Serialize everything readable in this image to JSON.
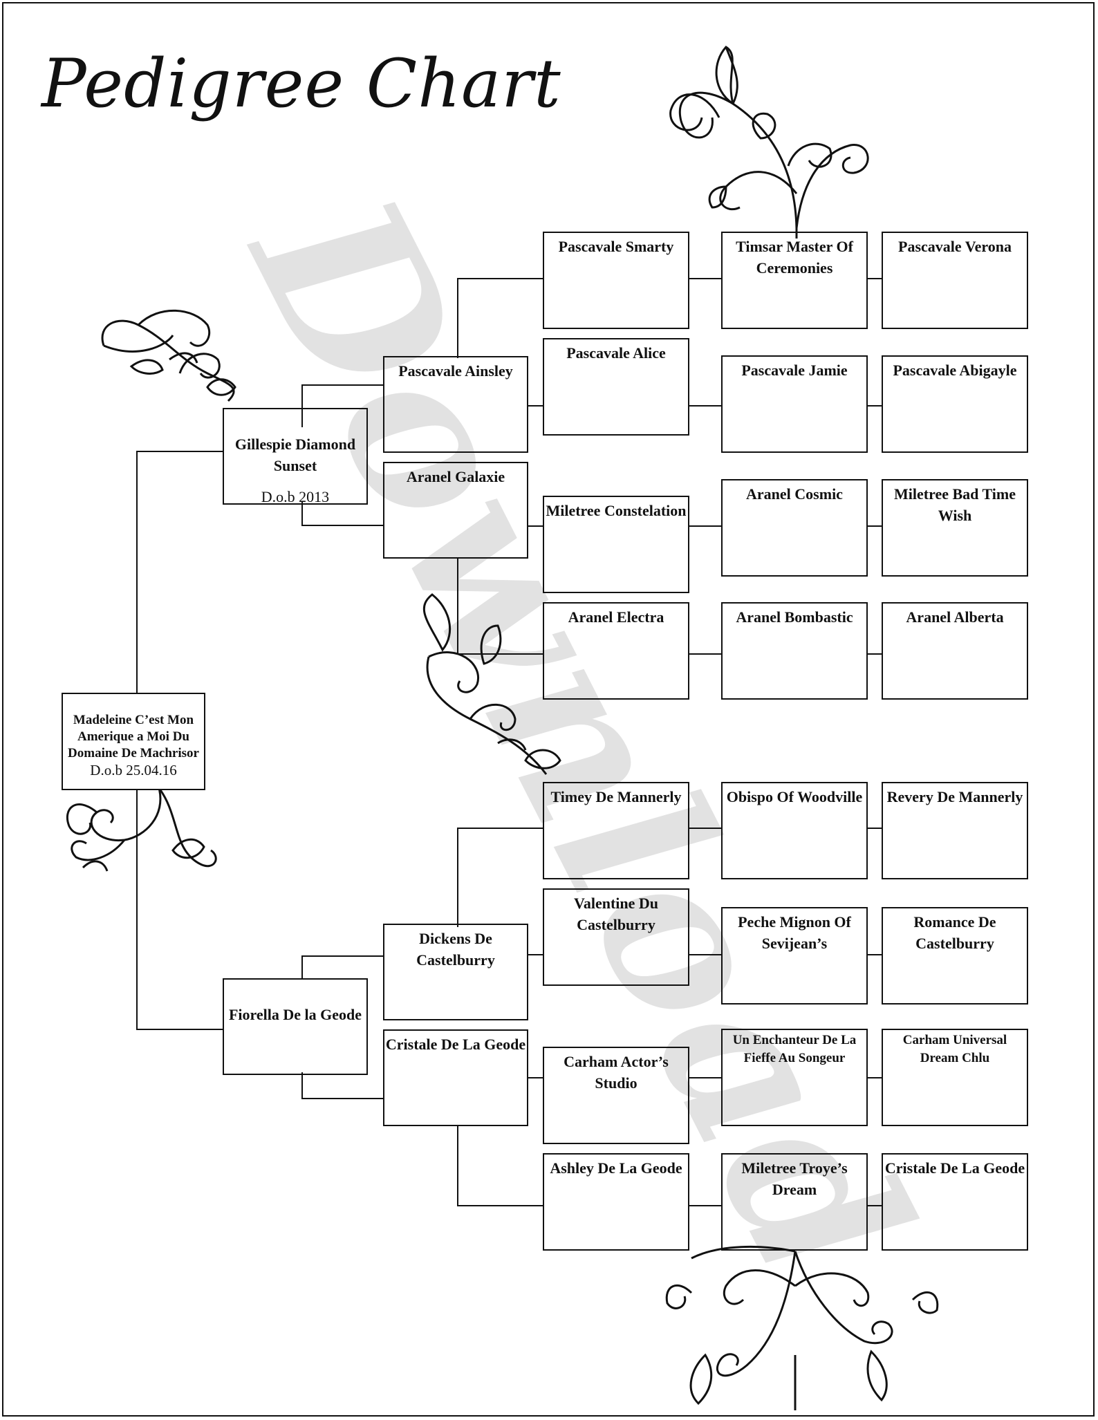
{
  "title": "Pedigree Chart",
  "watermark": "Download",
  "subject": {
    "name": "Madeleine C’est Mon Amerique a Moi Du Domaine De Machrisor",
    "dob": "D.o.b 25.04.16"
  },
  "sire": {
    "name": "Gillespie Diamond Sunset",
    "dob": "D.o.b 2013"
  },
  "dam": {
    "name": "Fiorella De la Geode"
  },
  "gen3": {
    "sire_sire": "Pascavale Ainsley",
    "sire_dam": "Aranel Galaxie",
    "dam_sire": "Dickens De Castelburry",
    "dam_dam": "Cristale De La Geode"
  },
  "gen4": [
    "Pascavale Smarty",
    "Pascavale Alice",
    "Miletree Constelation",
    "Aranel Electra",
    "Timey De Mannerly",
    "Valentine Du Castelburry",
    "Carham Actor’s Studio",
    "Ashley De La Geode"
  ],
  "gen5": [
    "Timsar Master Of Ceremonies",
    "Pascavale Jamie",
    "Aranel Cosmic",
    "Aranel Bombastic",
    "Obispo Of Woodville",
    "Peche Mignon Of Sevijean’s",
    "Un Enchanteur De La Fieffe Au Songeur",
    "Miletree Troye’s Dream"
  ],
  "gen6": [
    "Pascavale Verona",
    "Pascavale Abigayle",
    "Miletree Bad Time Wish",
    "Aranel Alberta",
    "Revery De Mannerly",
    "Romance De Castelburry",
    "Carham Universal Dream Chlu",
    "Cristale De La Geode"
  ]
}
